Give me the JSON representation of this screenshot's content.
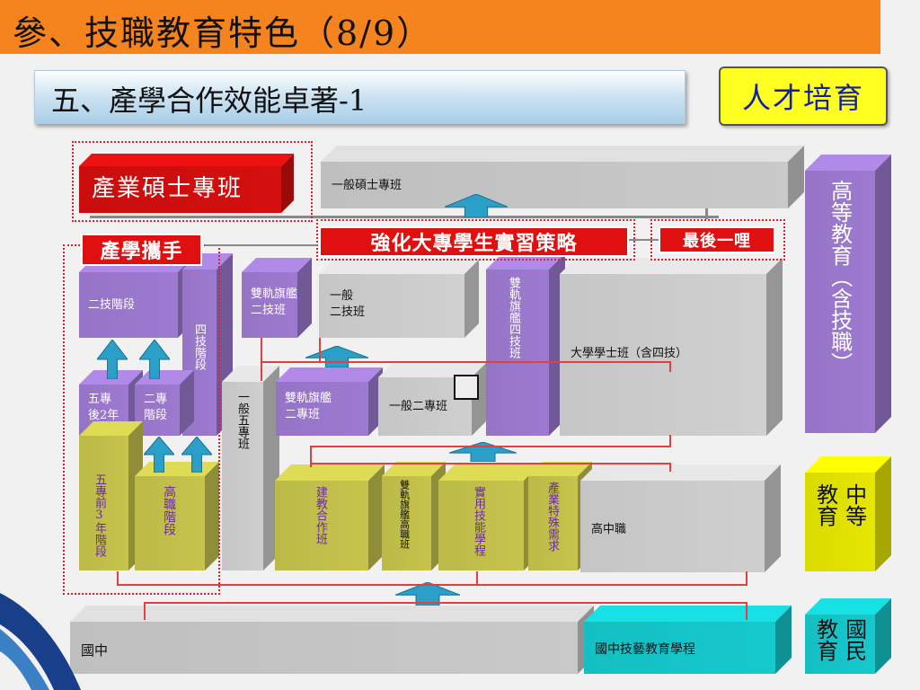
{
  "title": "參、技職教育特色（8/9）",
  "subtitle": "五、產學合作效能卓著-1",
  "scroll_label": "人才培育",
  "colors": {
    "red": "#d40f0f",
    "gray": "#cfcfcf",
    "purple": "#9d7ad0",
    "olive": "#c6c44c",
    "cyan": "#15c9cd",
    "yellow": "#e5e600"
  },
  "tags": {
    "industry_master": "產業碩士專班",
    "industry_academia": "產學攜手",
    "internship_strategy": "強化大專學生實習策略",
    "last_mile": "最後一哩"
  },
  "boxes": {
    "general_master": "一般碩士專班",
    "two_tech_stage": "二技階段",
    "four_tech_stage": "四技階段",
    "dual_two_tech": "雙軌旗艦\n二技班",
    "general_two_tech": "一般\n二技班",
    "dual_four_tech": "雙軌旗艦四技班",
    "university": "大學學士班（含四技）",
    "five_year_after": "五專\n後2年",
    "two_year_stage": "二專\n階段",
    "general_five_year": "一般五專班",
    "dual_two_year": "雙軌旗艦\n二專班",
    "general_two_year": "一般二專班",
    "five_year_before": "五專前3年階段",
    "vocational_stage": "高職階段",
    "construction_coop": "建教合作班",
    "dual_vocational": "雙軌旗艦高職班",
    "practical_skills": "實用技能學程",
    "industry_special": "產業特殊需求",
    "high_school": "高中職",
    "junior_high": "國中",
    "junior_tech_program": "國中技藝教育學程"
  },
  "levels": {
    "higher": "高等教育（含技職）",
    "secondary_a": "中等",
    "secondary_b": "教育",
    "national_a": "國民",
    "national_b": "教育"
  }
}
